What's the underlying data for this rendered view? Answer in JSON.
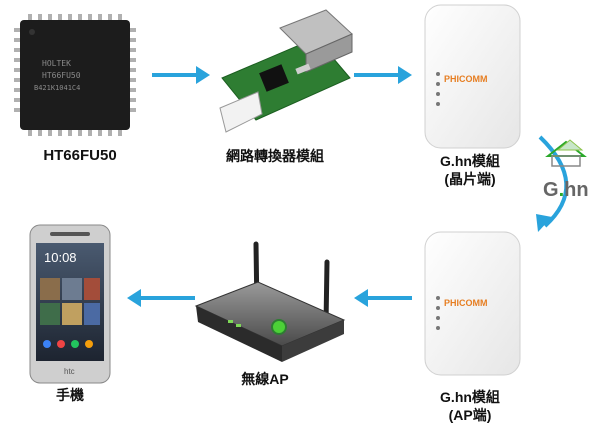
{
  "nodes": {
    "chip": {
      "label": "HT66FU50",
      "marking_lines": [
        "HOLTEK",
        "HT66FU50",
        "B421K1041C4"
      ]
    },
    "network_module": {
      "label": "網路轉換器模組"
    },
    "ghn_chip_side": {
      "label_line1": "G.hn模組",
      "label_line2": "(晶片端)",
      "brand": "PHICOMM"
    },
    "ghn_ap_side": {
      "label_line1": "G.hn模組",
      "label_line2": "(AP端)",
      "brand": "PHICOMM"
    },
    "wireless_ap": {
      "label": "無線AP"
    },
    "phone": {
      "label": "手機",
      "clock": "10:08",
      "brand": "htc"
    }
  },
  "logo": {
    "prefix": "G",
    "dot": ".",
    "suffix": "hn"
  },
  "colors": {
    "arrow": "#29a3dc",
    "chip_body": "#1c1c1c",
    "pcb": "#2e7d32",
    "logo_green": "#2aa82a",
    "logo_gray": "#666666"
  },
  "edges": [
    {
      "from": "chip",
      "to": "network_module"
    },
    {
      "from": "network_module",
      "to": "ghn_chip_side"
    },
    {
      "from": "ghn_chip_side",
      "to": "ghn_ap_side"
    },
    {
      "from": "ghn_ap_side",
      "to": "wireless_ap"
    },
    {
      "from": "wireless_ap",
      "to": "phone"
    }
  ]
}
